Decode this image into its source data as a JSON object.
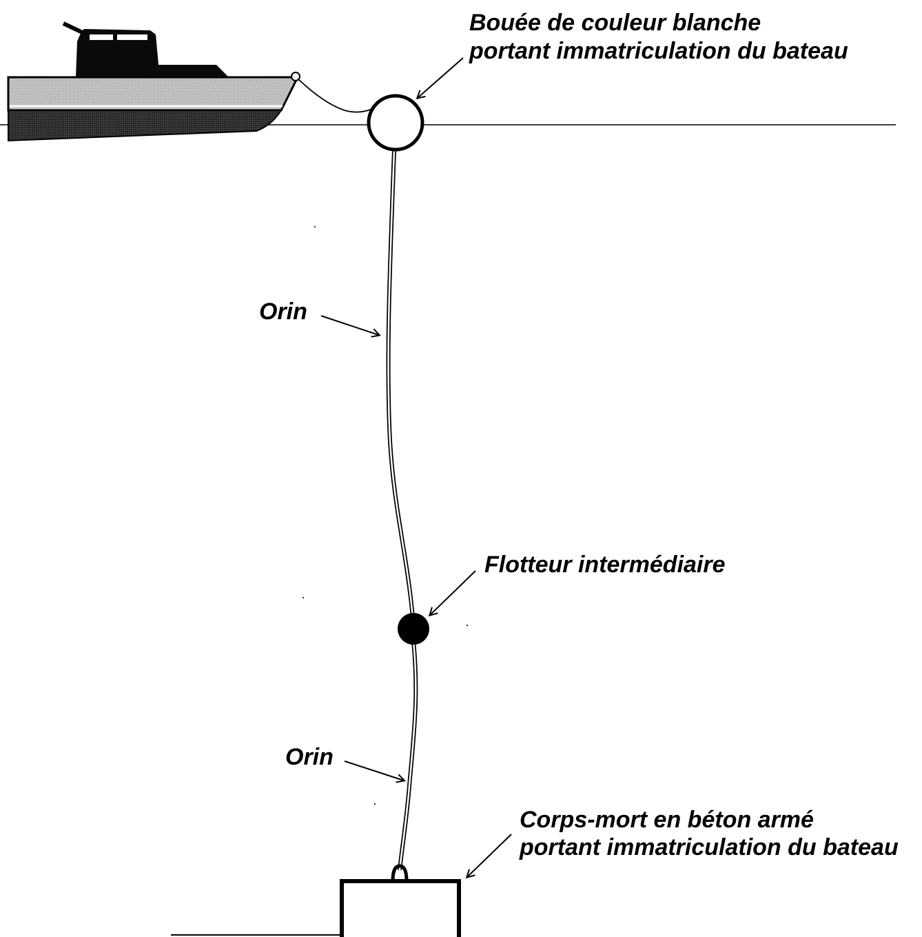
{
  "labels": {
    "buoy_line1": "Bouée de couleur blanche",
    "buoy_line2": "portant immatriculation du bateau",
    "orin_upper": "Orin",
    "float": "Flotteur intermédiaire",
    "orin_lower": "Orin",
    "anchor_line1": "Corps-mort en béton armé",
    "anchor_line2": "portant immatriculation du bateau"
  },
  "colors": {
    "ink": "#000000",
    "hull_gray": "#b8b8b8",
    "background": "#ffffff"
  }
}
